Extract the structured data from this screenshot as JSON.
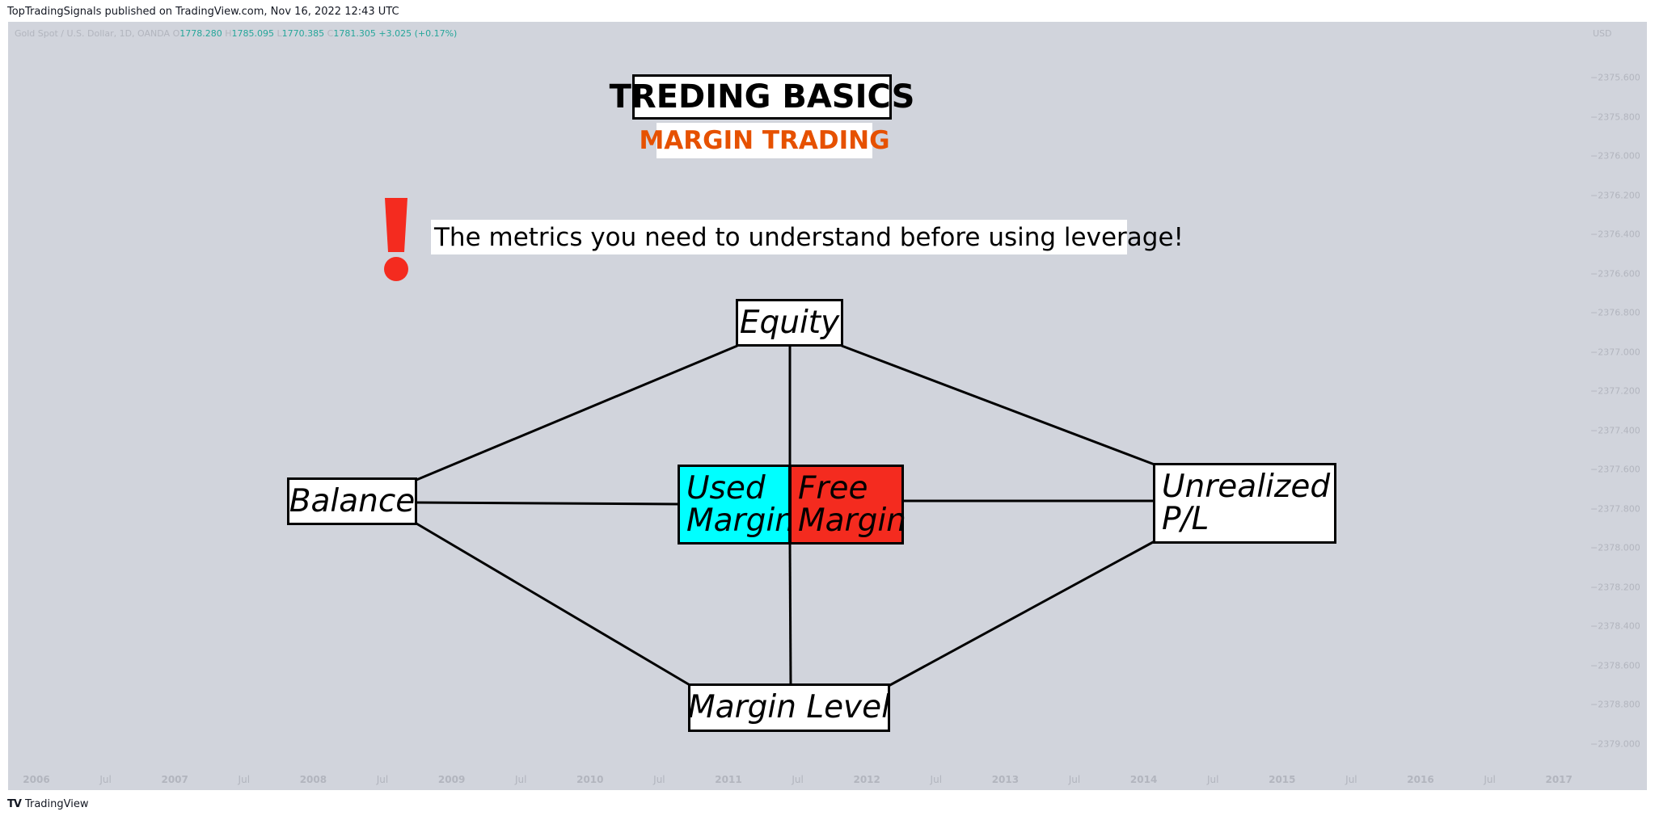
{
  "header": {
    "published_caption": "TopTradingSignals published on TradingView.com, Nov 16, 2022 12:43 UTC"
  },
  "legend": {
    "symbol": "Gold Spot / U.S. Dollar, 1D, OANDA",
    "open_key": "O",
    "open": "1778.280",
    "high_key": "H",
    "high": "1785.095",
    "low_key": "L",
    "low": "1770.385",
    "close_key": "C",
    "close": "1781.305",
    "change": "+3.025 (+0.17%)"
  },
  "price_scale": {
    "currency": "USD",
    "ticks": [
      "−2375.600",
      "−2375.800",
      "−2376.000",
      "−2376.200",
      "−2376.400",
      "−2376.600",
      "−2376.800",
      "−2377.000",
      "−2377.200",
      "−2377.400",
      "−2377.600",
      "−2377.800",
      "−2378.000",
      "−2378.200",
      "−2378.400",
      "−2378.600",
      "−2378.800",
      "−2379.000"
    ]
  },
  "time_scale": {
    "ticks": [
      "2006",
      "Jul",
      "2007",
      "Jul",
      "2008",
      "Jul",
      "2009",
      "Jul",
      "2010",
      "Jul",
      "2011",
      "Jul",
      "2012",
      "Jul",
      "2013",
      "Jul",
      "2014",
      "Jul",
      "2015",
      "Jul",
      "2016",
      "Jul",
      "2017"
    ]
  },
  "title": "TREDING BASICS",
  "subtitle": "MARGIN TRADING",
  "tagline": "The metrics you need to understand before using leverage!",
  "nodes": {
    "equity": "Equity",
    "balance": "Balance",
    "used_margin": [
      "Used",
      "Margin"
    ],
    "free_margin": [
      "Free",
      "Margin"
    ],
    "unrealized_pl": [
      "Unrealized",
      "P/L"
    ],
    "margin_level": "Margin Level"
  },
  "colors": {
    "chart_background": "#d1d4dc",
    "used_margin_fill": "#00ffff",
    "free_margin_fill": "#f42b1f",
    "subtitle_text": "#e65100",
    "warning_icon": "#f42b1f",
    "legend_value": "#26a69a"
  },
  "footer": {
    "brand_logo": "tradingview-logo",
    "brand": "TradingView"
  }
}
